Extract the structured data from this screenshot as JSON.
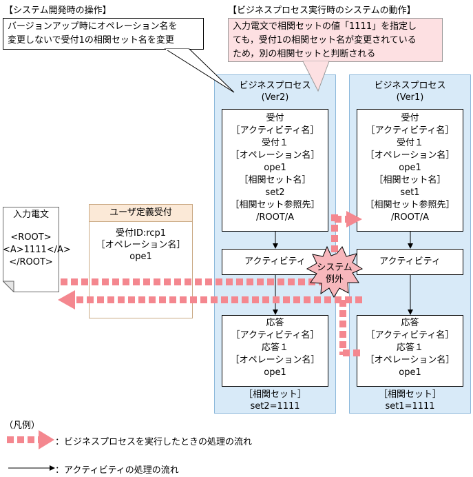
{
  "left_section": {
    "title": "【システム開発時の操作】",
    "note_lines": [
      "バージョンアップ時にオペレーション名を",
      "変更しないで受付1の相関セット名を変更"
    ]
  },
  "right_section": {
    "title": "【ビジネスプロセス実行時のシステムの動作】",
    "note_lines": [
      "入力電文で相関セットの値「1111」を指定し",
      "ても，受付1の相関セット名が変更されている",
      "ため，別の相関セットと判断される"
    ]
  },
  "process_v2": {
    "title": "ビジネスプロセス",
    "version": "(Ver2)",
    "receive": {
      "lines": [
        "受付",
        "［アクティビティ名］",
        "受付１",
        "［オペレーション名］",
        "ope1",
        "［相関セット名］",
        "set2",
        "［相関セット参照先］",
        "/ROOT/A"
      ]
    },
    "activity": "アクティビティ",
    "reply": {
      "lines": [
        "応答",
        "［アクティビティ名］",
        "応答１",
        "［オペレーション名］",
        "ope1"
      ]
    },
    "corr_label": "［相関セット］",
    "corr_value": "set2=1111"
  },
  "process_v1": {
    "title": "ビジネスプロセス",
    "version": "(Ver1)",
    "receive": {
      "lines": [
        "受付",
        "［アクティビティ名］",
        "受付１",
        "［オペレーション名］",
        "ope1",
        "［相関セット名］",
        "set1",
        "［相関セット参照先］",
        "/ROOT/A"
      ]
    },
    "activity": "アクティビティ",
    "reply": {
      "lines": [
        "応答",
        "［アクティビティ名］",
        "応答１",
        "［オペレーション名］",
        "ope1"
      ]
    },
    "corr_label": "［相関セット］",
    "corr_value": "set1=1111"
  },
  "input_doc": {
    "title": "入力電文",
    "lines": [
      "<ROOT>",
      "<A>1111</A>",
      "</ROOT>"
    ]
  },
  "user_receive": {
    "title": "ユーザ定義受付",
    "lines": [
      "受付ID:rcp1",
      "［オペレーション名］",
      "ope1"
    ]
  },
  "exception": {
    "lines": [
      "システム",
      "例外"
    ]
  },
  "legend": {
    "title": "（凡例）",
    "flow_bp": "：ビジネスプロセスを実行したときの処理の流れ",
    "flow_activity": "：アクティビティの処理の流れ"
  },
  "colors": {
    "pink_arrow": "#f4878f",
    "process_bg": "#d8eaf8",
    "note_bg": "#fde0e2",
    "user_head": "#fbe9d7"
  }
}
